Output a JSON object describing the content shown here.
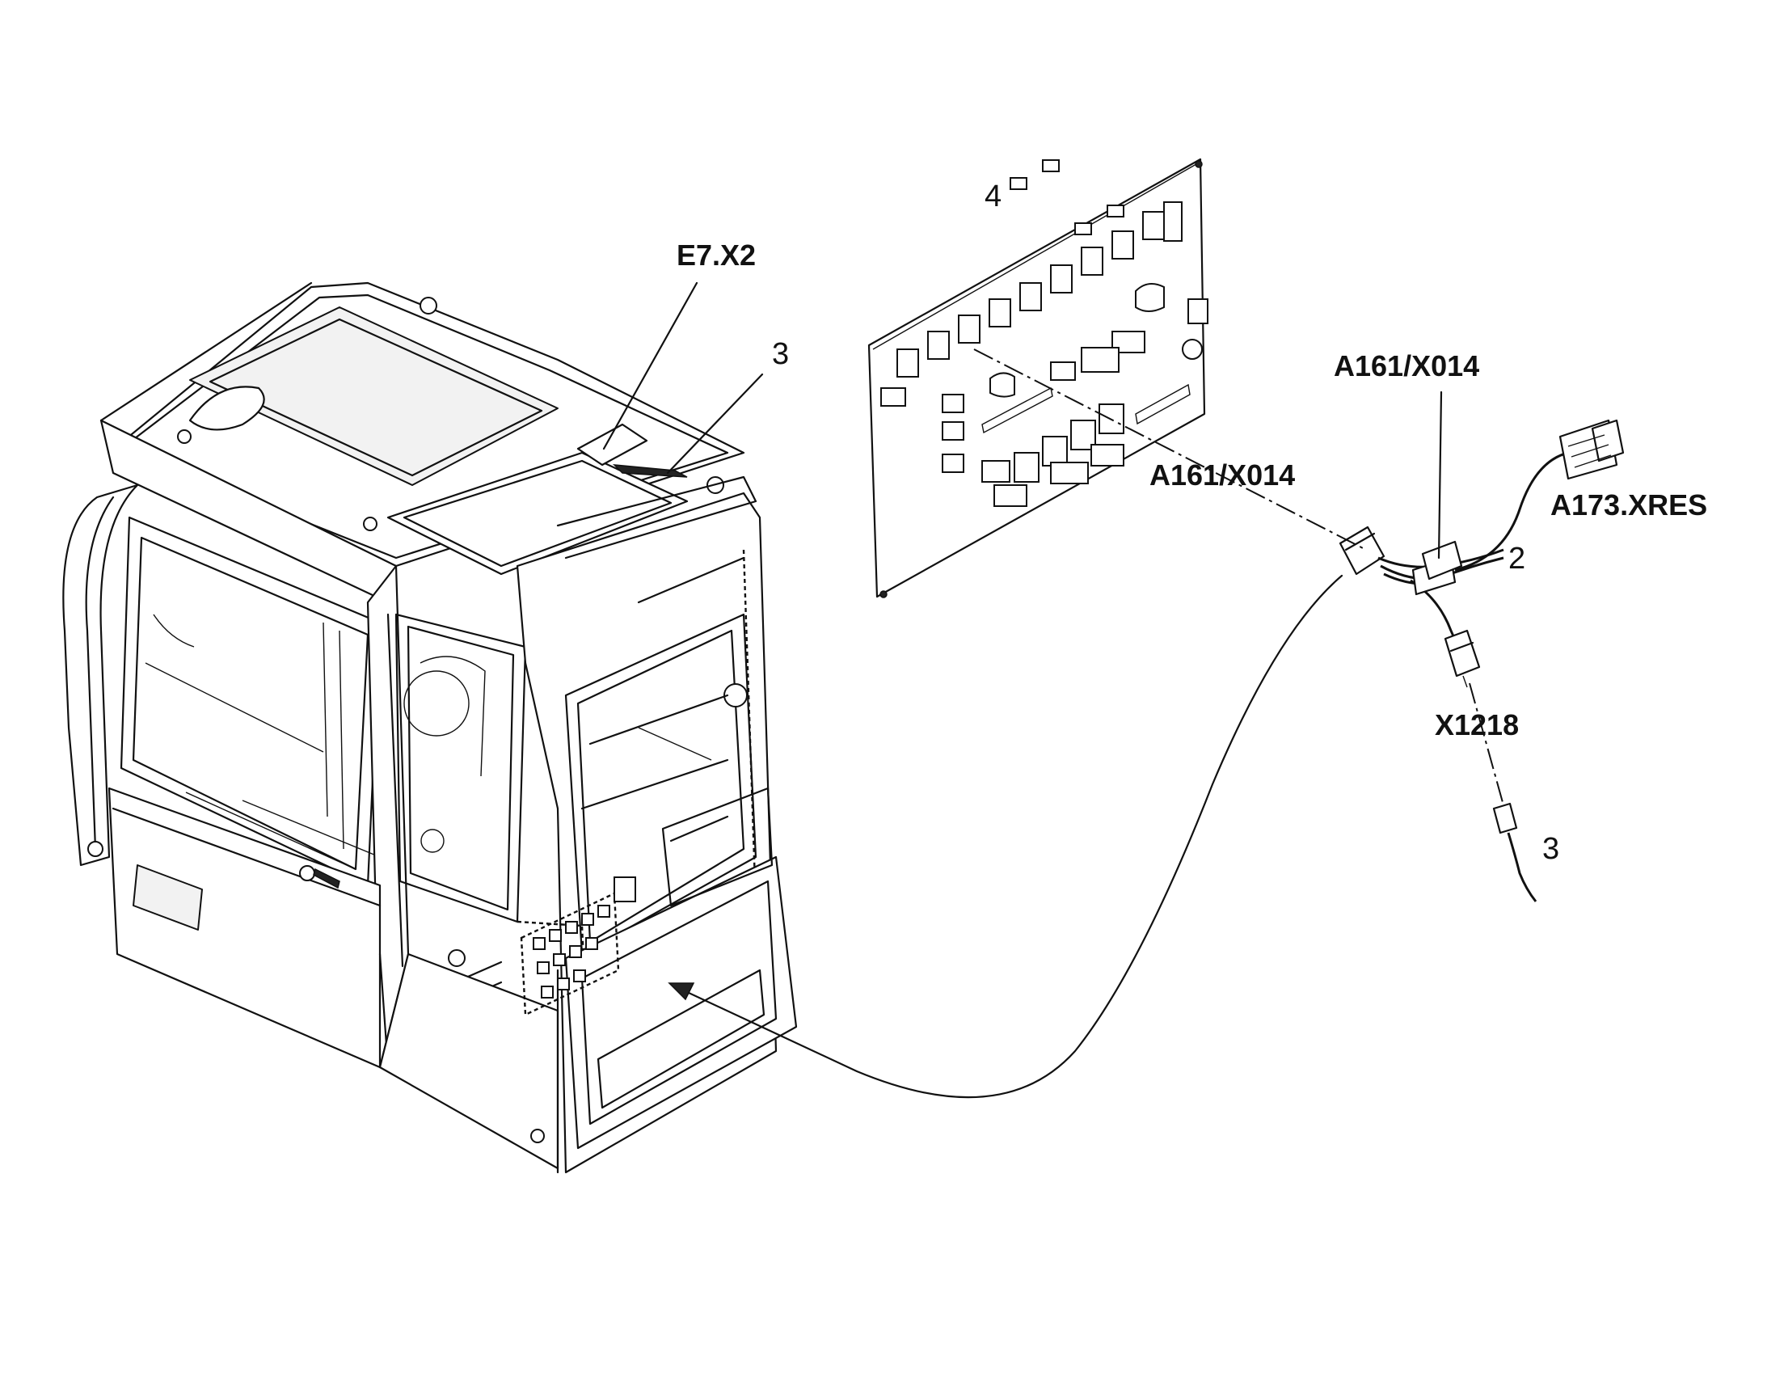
{
  "callouts": {
    "e7_x2": "E7.X2",
    "item_3_cab": "3",
    "item_4": "4",
    "a161_x014_board": "A161/X014",
    "a161_x014_harness": "A161/X014",
    "a173_xres": "A173.XRES",
    "item_2": "2",
    "x1218": "X1218",
    "item_3_lead": "3"
  }
}
